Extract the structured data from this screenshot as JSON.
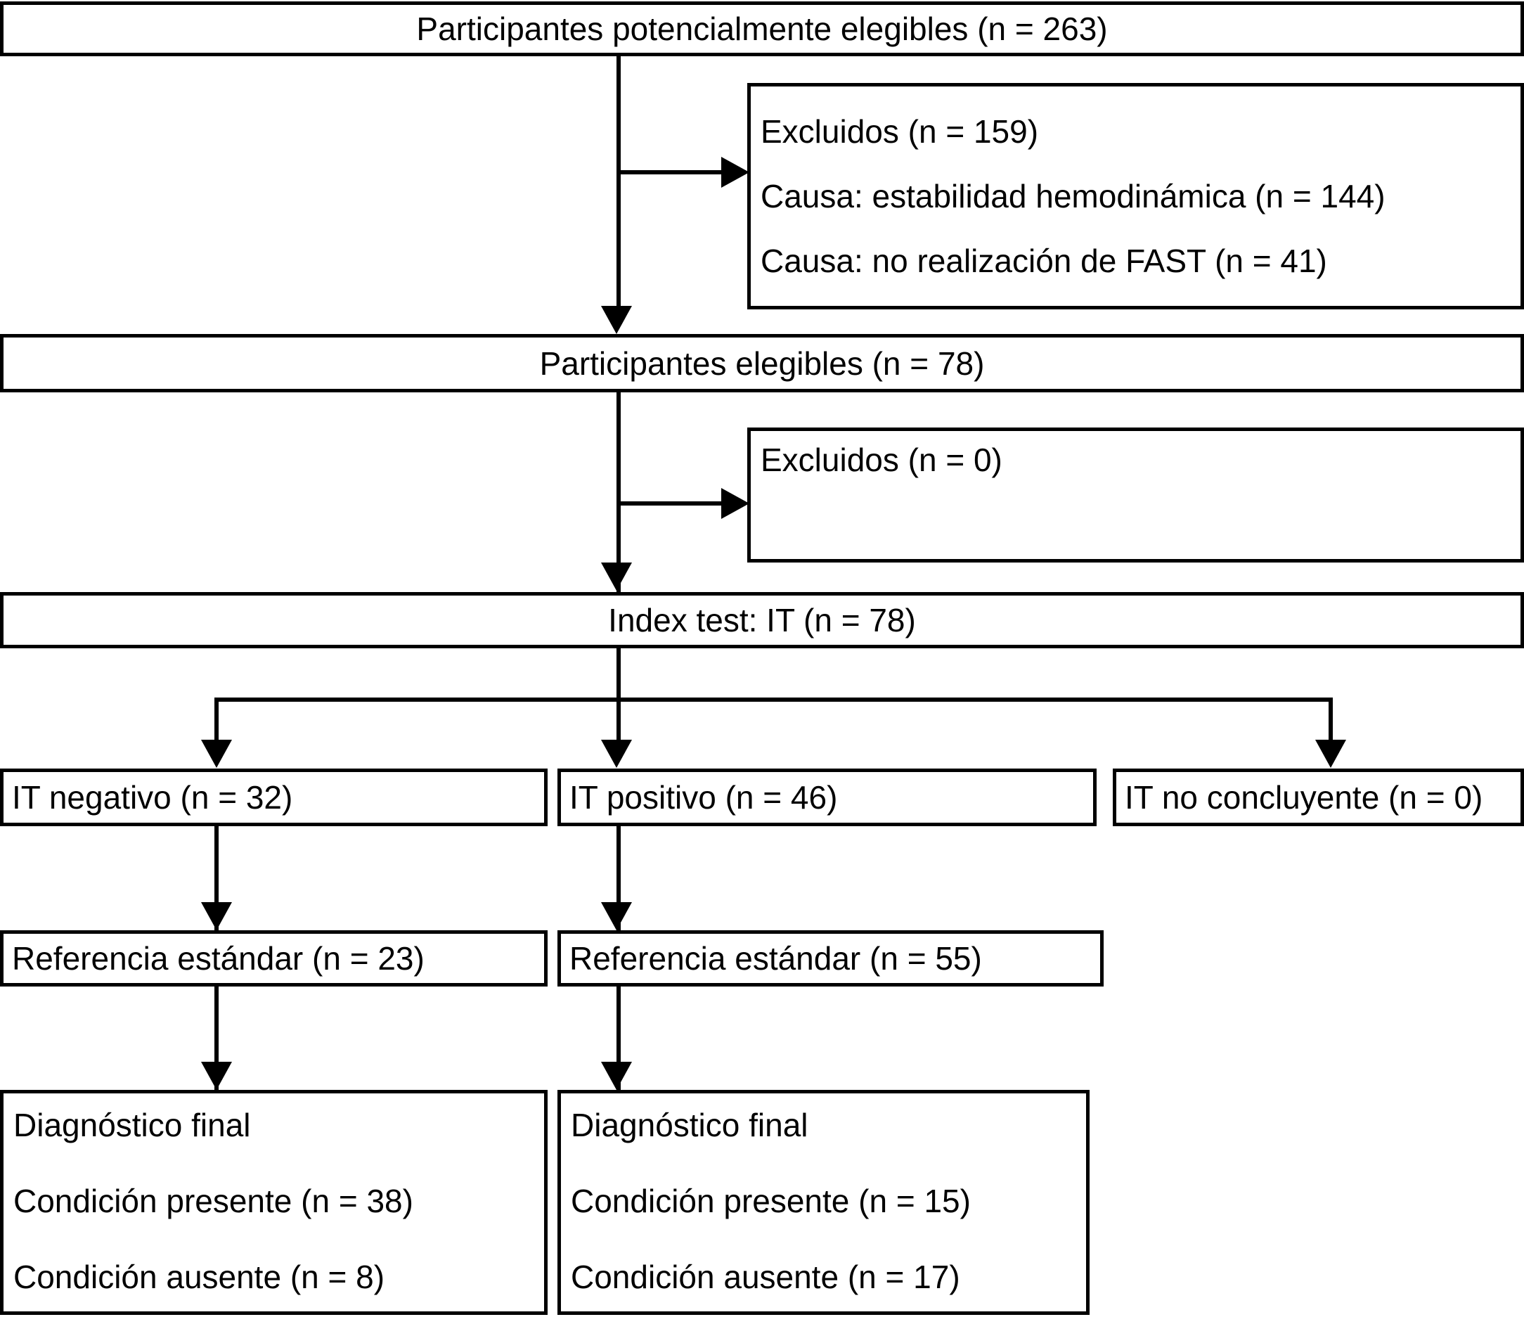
{
  "diagram": {
    "type": "STARD flow diagram",
    "language": "es",
    "colors": {
      "stroke": "#000000",
      "background": "#ffffff",
      "text": "#000000"
    },
    "nodes": {
      "potentially_eligible": {
        "label": "Participantes potencialmente elegibles (n = 263)",
        "n": 263
      },
      "excluded_1": {
        "lines": [
          "Excluidos (n = 159)",
          "Causa: estabilidad hemodinámica (n = 144)",
          "Causa: no realización de FAST (n = 41)"
        ],
        "n": 159
      },
      "eligible": {
        "label": "Participantes elegibles (n = 78)",
        "n": 78
      },
      "excluded_2": {
        "lines": [
          "Excluidos (n = 0)"
        ],
        "n": 0
      },
      "index_test": {
        "label": "Index test: IT (n = 78)",
        "n": 78
      },
      "it_negative": {
        "label": "IT negativo (n = 32)",
        "n": 32
      },
      "it_positive": {
        "label": "IT positivo (n = 46)",
        "n": 46
      },
      "it_inconclusive": {
        "label": "IT no concluyente (n = 0)",
        "n": 0
      },
      "reference_left": {
        "label": "Referencia estándar (n = 23)",
        "n": 23
      },
      "reference_right": {
        "label": "Referencia estándar (n = 55)",
        "n": 55
      },
      "diagnosis_left": {
        "lines": [
          "Diagnóstico final",
          "Condición presente (n = 38)",
          "Condición ausente (n = 8)"
        ]
      },
      "diagnosis_right": {
        "lines": [
          "Diagnóstico final",
          "Condición presente (n = 15)",
          "Condición ausente (n = 17)"
        ]
      }
    }
  }
}
